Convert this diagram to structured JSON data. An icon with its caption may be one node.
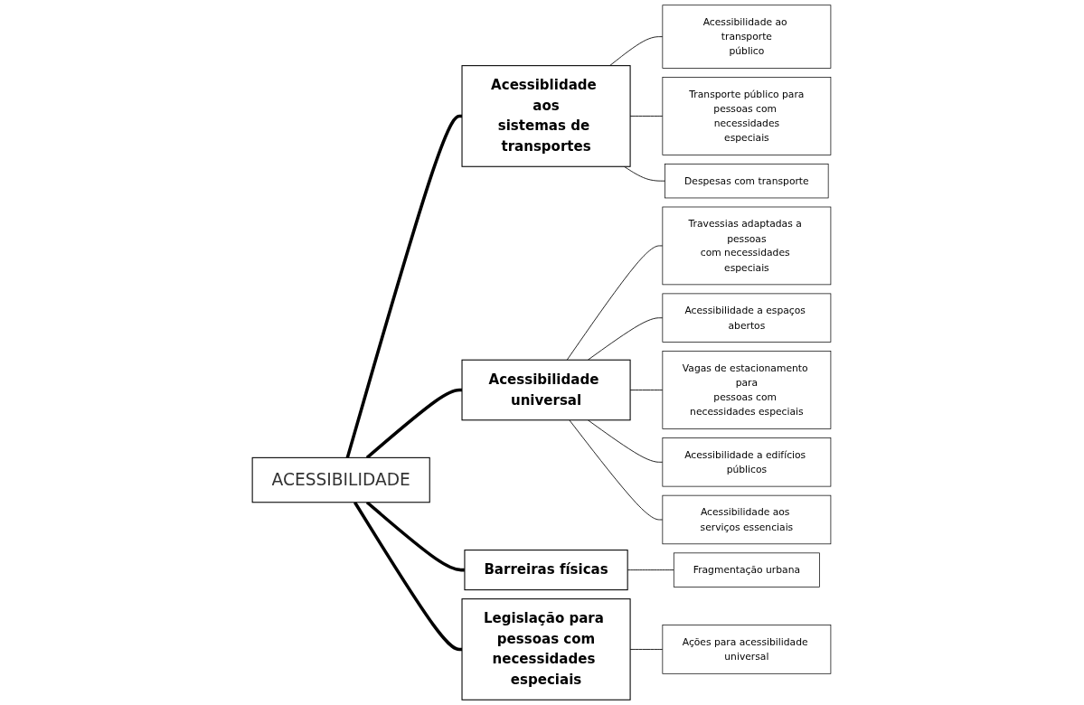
{
  "diagram": {
    "nodes": [
      {
        "text": [
          "ACESSIBILIDADE"
        ]
      },
      {
        "text": [
          "Acessiblidade aos sistemas de transportes"
        ]
      },
      {
        "text": [
          "Acessibilidade ao transporte público"
        ]
      },
      {
        "text": [
          "Transporte público para pessoas com necessidades especiais"
        ]
      },
      {
        "text": [
          "Despesas com transporte"
        ]
      },
      {
        "text": [
          "Acessibilidade universal"
        ]
      },
      {
        "text": [
          "Travessias adaptadas a pessoas com necessidades especiais"
        ]
      },
      {
        "text": [
          "Acessibilidade a espaços abertos"
        ]
      },
      {
        "text": [
          "Vagas de estacionamento para pessoas com necessidades especiais"
        ]
      },
      {
        "text": [
          "Acessibilidade a edifícios públicos"
        ]
      },
      {
        "text": [
          "Acessibilidade aos serviços essenciais"
        ]
      },
      {
        "text": [
          "Barreiras físicas"
        ]
      },
      {
        "text": [
          "Fragmentação urbana"
        ]
      },
      {
        "text": [
          "Legislação para pessoas com necessidades especiais"
        ]
      },
      {
        "text": [
          "Ações para acessibilidade universal"
        ]
      }
    ],
    "edges": [
      {
        "from": 0,
        "to": 1,
        "arrow": "none",
        "style": "thick"
      },
      {
        "from": 1,
        "to": 2,
        "arrow": "none"
      },
      {
        "from": 1,
        "to": 3,
        "arrow": "none"
      },
      {
        "from": 1,
        "to": 4,
        "arrow": "none"
      },
      {
        "from": 0,
        "to": 5,
        "arrow": "none",
        "style": "thick"
      },
      {
        "from": 5,
        "to": 6,
        "arrow": "none"
      },
      {
        "from": 5,
        "to": 7,
        "arrow": "none"
      },
      {
        "from": 5,
        "to": 8,
        "arrow": "none"
      },
      {
        "from": 5,
        "to": 9,
        "arrow": "none"
      },
      {
        "from": 5,
        "to": 10,
        "arrow": "none"
      },
      {
        "from": 0,
        "to": 11,
        "arrow": "none",
        "style": "thick"
      },
      {
        "from": 11,
        "to": 12,
        "arrow": "none"
      },
      {
        "from": 0,
        "to": 13,
        "arrow": "none",
        "style": "thick"
      },
      {
        "from": 13,
        "to": 14,
        "arrow": "none"
      }
    ]
  }
}
